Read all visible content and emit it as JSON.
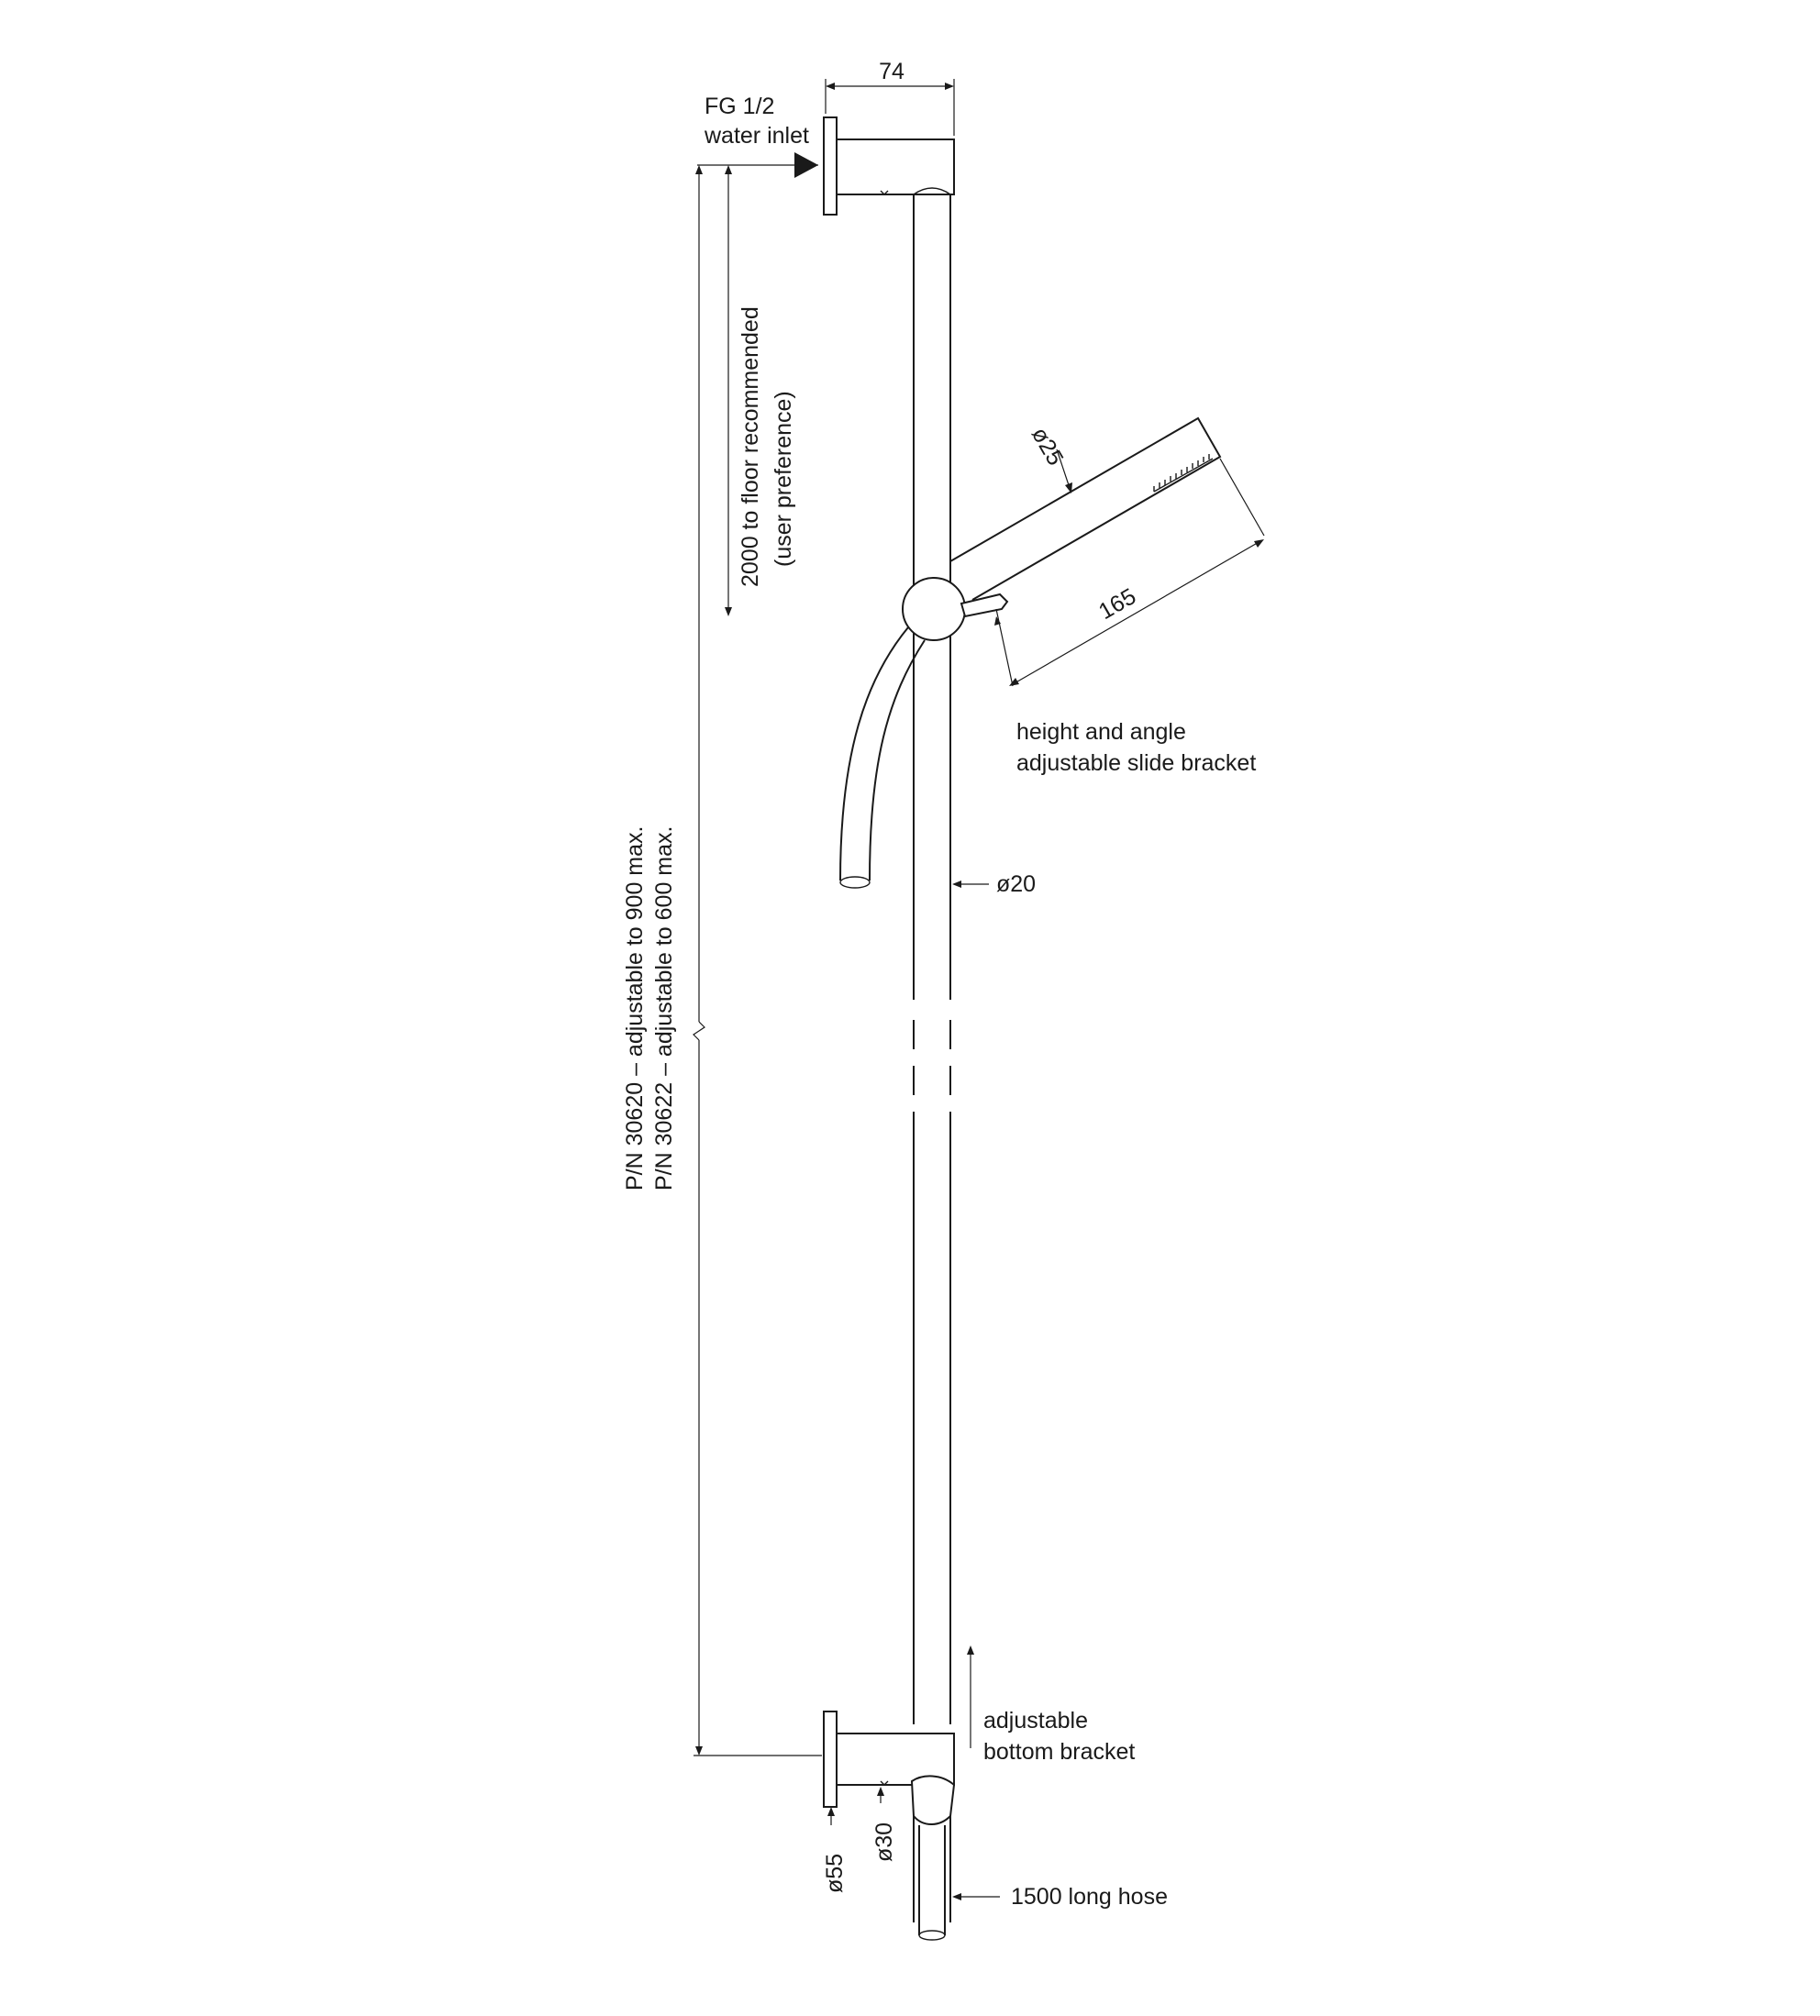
{
  "labels": {
    "width_74": "74",
    "inlet_line1": "FG 1/2",
    "inlet_line2": "water inlet",
    "floor_line1": "2000 to floor recommended",
    "floor_line2": "(user preference)",
    "pn_line1": "P/N 30620 – adjustable to 900 max.",
    "pn_line2": "P/N 30622 – adjustable to 600 max.",
    "head_diameter": "ø25",
    "head_length": "165",
    "bracket_line1": "height and angle",
    "bracket_line2": "adjustable slide bracket",
    "rail_diameter": "ø20",
    "bottom_line1": "adjustable",
    "bottom_line2": "bottom bracket",
    "flange_diameter": "ø55",
    "connector_diameter": "ø30",
    "hose": "1500 long hose"
  },
  "colors": {
    "line": "#1a1a1a",
    "background": "#ffffff"
  }
}
